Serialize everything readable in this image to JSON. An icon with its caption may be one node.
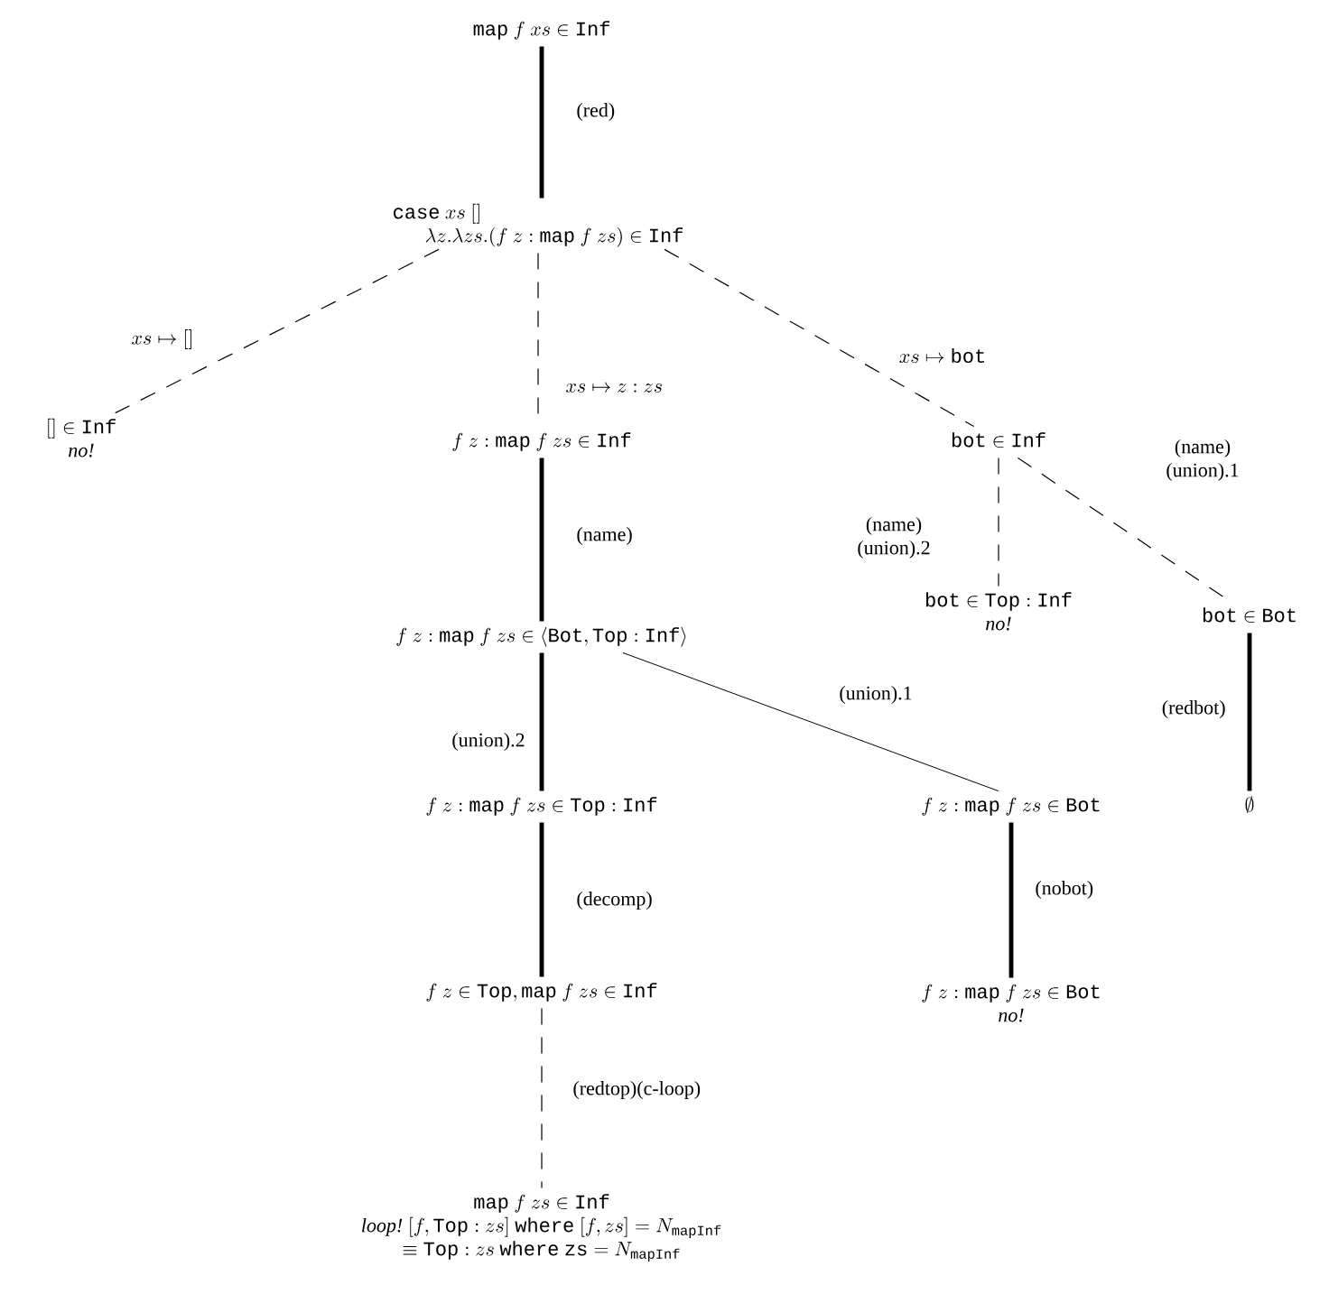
{
  "diagram": {
    "nodes": [
      {
        "text": [
          "\\mathtt{map}\\ f\\ xs \\in \\mathtt{Inf}"
        ]
      },
      {
        "text": [
          "\\mathtt{case}\\ xs\\ \\mathtt{[]}",
          "\\lambda z.\\lambda zs.(f\\ z : \\mathtt{map}\\ f\\ zs) \\in \\mathtt{Inf}"
        ]
      },
      {
        "text": [
          "\\mathtt{[]} \\in \\mathtt{Inf}",
          "\\textit{no!}"
        ]
      },
      {
        "text": [
          "f\\ z : \\mathtt{map}\\ f\\ zs \\in \\mathtt{Inf}"
        ]
      },
      {
        "text": [
          "\\mathtt{bot} \\in \\mathtt{Inf}"
        ]
      },
      {
        "text": [
          "\\mathtt{bot} \\in \\mathtt{Top} : \\mathtt{Inf}",
          "\\textit{no!}"
        ]
      },
      {
        "text": [
          "\\mathtt{bot} \\in \\mathtt{Bot}"
        ]
      },
      {
        "text": [
          "f\\ z : \\mathtt{map}\\ f\\ zs \\in \\langle \\mathtt{Bot}, \\mathtt{Top} : \\mathtt{Inf} \\rangle"
        ]
      },
      {
        "text": [
          "f\\ z : \\mathtt{map}\\ f\\ zs \\in \\mathtt{Top} : \\mathtt{Inf}"
        ]
      },
      {
        "text": [
          "f\\ z : \\mathtt{map}\\ f\\ zs \\in \\mathtt{Bot}"
        ]
      },
      {
        "text": [
          "\\emptyset"
        ]
      },
      {
        "text": [
          "f\\ z \\in \\mathtt{Top}, \\mathtt{map}\\ f\\ zs \\in \\mathtt{Inf}"
        ]
      },
      {
        "text": [
          "f\\ z : \\mathtt{map}\\ f\\ zs \\in \\mathtt{Bot}",
          "\\textit{no!}"
        ]
      },
      {
        "text": [
          "\\mathtt{map}\\ f\\ zs \\in \\mathtt{Inf}",
          "\\textit{loop!}\\ [f, \\mathtt{Top} : zs]\\ \\mathtt{where}\\ [f, zs] = N_{\\mathtt{mapInf}}",
          "\\equiv \\mathtt{Top} : zs\\ \\mathtt{where}\\ \\mathtt{zs} = N_{\\mathtt{mapInf}}"
        ]
      }
    ],
    "edges": [
      {
        "from": 0,
        "to": 1,
        "arrow": "none",
        "style": "thick",
        "label": "\\text{(red)}"
      },
      {
        "from": 1,
        "to": 2,
        "arrow": "none",
        "style": "dashed",
        "label": "xs \\mapsto \\mathtt{[]}"
      },
      {
        "from": 1,
        "to": 3,
        "arrow": "none",
        "style": "dashed",
        "label": "xs \\mapsto z : zs"
      },
      {
        "from": 1,
        "to": 4,
        "arrow": "none",
        "style": "dashed",
        "label": "xs \\mapsto \\mathtt{bot}"
      },
      {
        "from": 4,
        "to": 5,
        "arrow": "none",
        "style": "dashed",
        "label": "\\begin{array}{c}\\text{(name)}\\\\ \\text{(union).2}\\end{array}"
      },
      {
        "from": 4,
        "to": 6,
        "arrow": "none",
        "style": "dashed",
        "label": "\\begin{array}{c}\\text{(name)}\\\\ \\text{(union).1}\\end{array}"
      },
      {
        "from": 3,
        "to": 7,
        "arrow": "none",
        "style": "thick",
        "label": "\\text{(name)}"
      },
      {
        "from": 7,
        "to": 8,
        "arrow": "none",
        "style": "thick",
        "label": "\\text{(union).2}"
      },
      {
        "from": 7,
        "to": 9,
        "arrow": "none",
        "label": "\\text{(union).1}"
      },
      {
        "from": 6,
        "to": 10,
        "arrow": "none",
        "style": "thick",
        "label": "\\text{(redbot)}"
      },
      {
        "from": 9,
        "to": 12,
        "arrow": "none",
        "style": "thick",
        "label": "\\text{(nobot)}"
      },
      {
        "from": 8,
        "to": 11,
        "arrow": "none",
        "style": "thick",
        "label": "\\text{(decomp)}"
      },
      {
        "from": 11,
        "to": 13,
        "arrow": "none",
        "style": "dashed",
        "label": "\\text{(redtop)(c-loop)}"
      }
    ]
  }
}
